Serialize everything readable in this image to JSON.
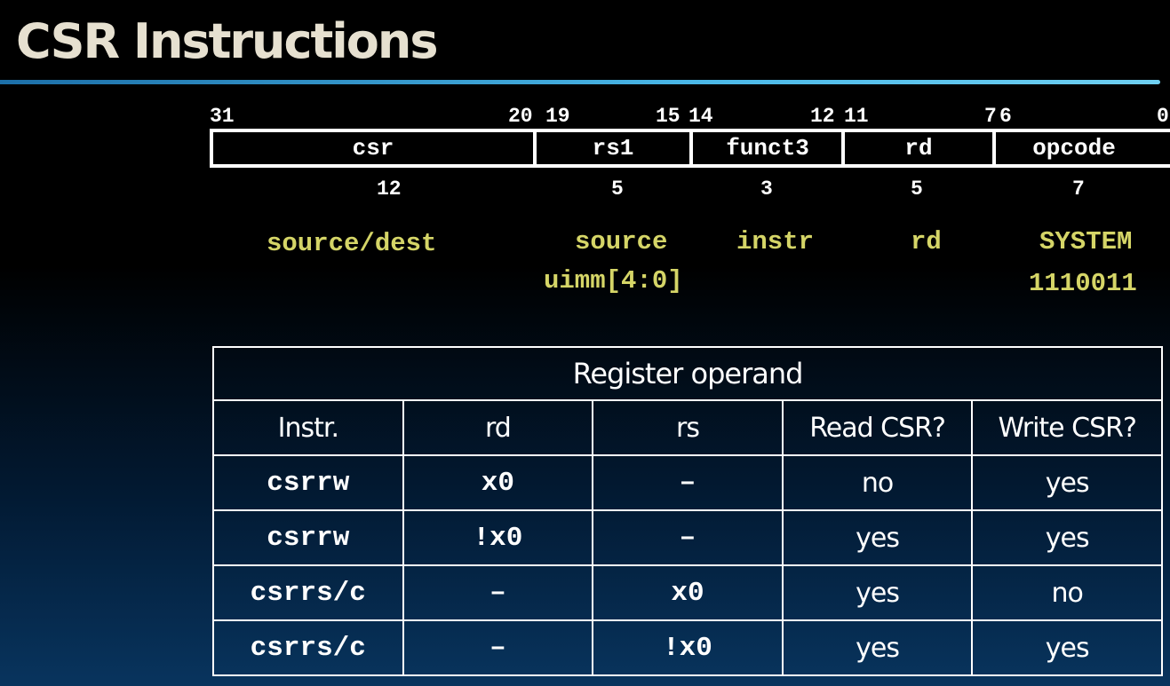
{
  "title": "CSR Instructions",
  "encoding": {
    "bit_numbers": [
      "31",
      "20",
      "19",
      "15",
      "14",
      "12",
      "11",
      "7",
      "6",
      "0"
    ],
    "fields": [
      "csr",
      "rs1",
      "funct3",
      "rd",
      "opcode"
    ],
    "widths": [
      "12",
      "5",
      "3",
      "5",
      "7"
    ],
    "descriptions": {
      "csr": "source/dest",
      "rs1_line1": "source",
      "rs1_line2": "uimm[4:0]",
      "funct3": "instr",
      "rd": "rd",
      "opcode_line1": "SYSTEM",
      "opcode_line2": "1110011"
    }
  },
  "table": {
    "title": "Register operand",
    "columns": [
      "Instr.",
      "rd",
      "rs",
      "Read CSR?",
      "Write CSR?"
    ],
    "rows": [
      [
        "csrrw",
        "x0",
        "–",
        "no",
        "yes"
      ],
      [
        "csrrw",
        "!x0",
        "–",
        "yes",
        "yes"
      ],
      [
        "csrrs/c",
        "–",
        "x0",
        "yes",
        "no"
      ],
      [
        "csrrs/c",
        "–",
        "!x0",
        "yes",
        "yes"
      ]
    ]
  }
}
